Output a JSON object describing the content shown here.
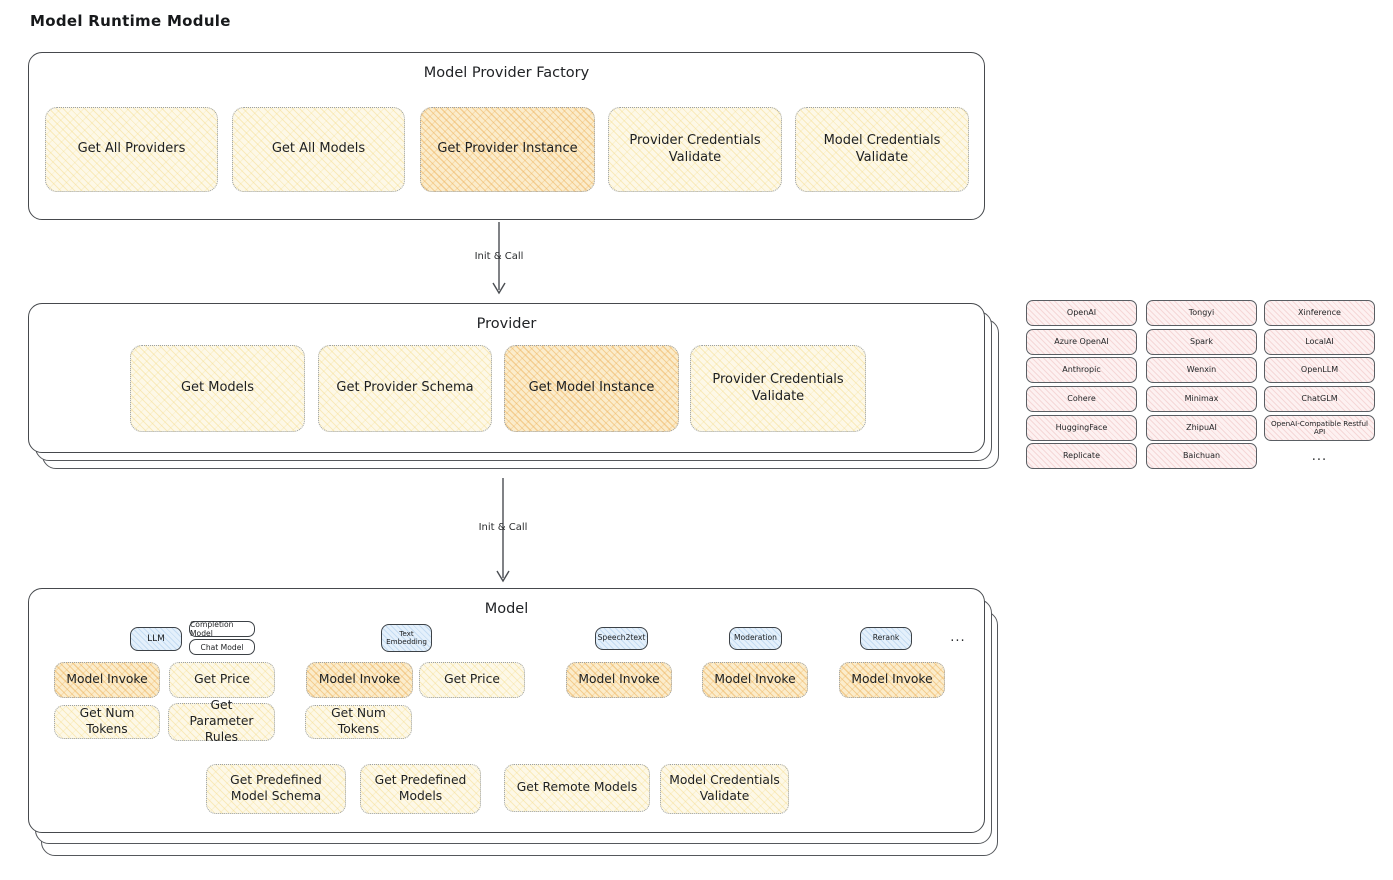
{
  "page_title": "Model Runtime Module",
  "arrow_label": "Init & Call",
  "factory": {
    "title": "Model Provider Factory",
    "items": [
      "Get All Providers",
      "Get All Models",
      "Get Provider Instance",
      "Provider Credentials Validate",
      "Model Credentials Validate"
    ]
  },
  "provider": {
    "title": "Provider",
    "items": [
      "Get Models",
      "Get Provider Schema",
      "Get Model Instance",
      "Provider Credentials Validate"
    ]
  },
  "vendors": {
    "col1": [
      "OpenAI",
      "Azure OpenAI",
      "Anthropic",
      "Cohere",
      "HuggingFace",
      "Replicate"
    ],
    "col2": [
      "Tongyi",
      "Spark",
      "Wenxin",
      "Minimax",
      "ZhipuAI",
      "Baichuan"
    ],
    "col3": [
      "Xinference",
      "LocalAI",
      "OpenLLM",
      "ChatGLM",
      "OpenAI-Compatible Restful API"
    ],
    "more": "..."
  },
  "model": {
    "title": "Model",
    "tabs": {
      "llm": "LLM",
      "completion": "Completion Model",
      "chat": "Chat Model",
      "embedding": "Text Embedding",
      "speech": "Speech2text",
      "moderation": "Moderation",
      "rerank": "Rerank",
      "more": "..."
    },
    "ops": {
      "invoke": "Model Invoke",
      "get_price": "Get Price",
      "get_num_tokens": "Get Num Tokens",
      "get_parameter_rules": "Get Parameter Rules",
      "get_predefined_model_schema": "Get Predefined Model Schema",
      "get_predefined_models": "Get Predefined Models",
      "get_remote_models": "Get Remote Models",
      "model_credentials_validate": "Model Credentials Validate"
    }
  }
}
